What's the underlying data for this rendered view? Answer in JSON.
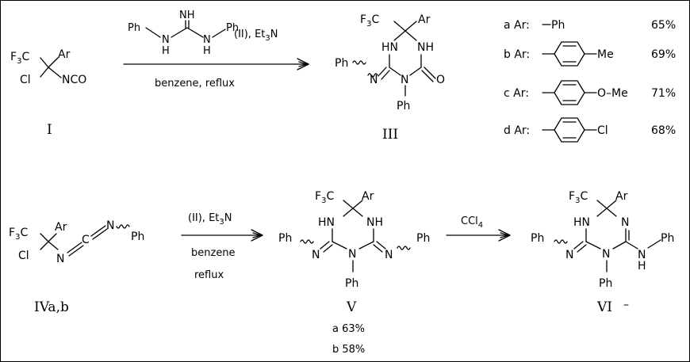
{
  "compounds": {
    "I": {
      "label": "I",
      "cf3": "F",
      "cf3_sub": "3",
      "cf3_tail": "C",
      "ar": "Ar",
      "cl": "Cl",
      "nco": "NCO"
    },
    "III": {
      "label": "III",
      "cf3": "F",
      "cf3_sub": "3",
      "cf3_tail": "C",
      "ar": "Ar",
      "hn": "HN",
      "nh": "NH",
      "o": "O",
      "n_exo": "N",
      "n_ring": "N",
      "ph_left": "Ph",
      "ph_bottom": "Ph"
    },
    "IV": {
      "label": "IVa,b",
      "cf3": "F",
      "cf3_sub": "3",
      "cf3_tail": "C",
      "ar": "Ar",
      "cl": "Cl",
      "n1": "N",
      "c": "C",
      "n2": "N",
      "ph": "Ph"
    },
    "V": {
      "label": "V",
      "cf3": "F",
      "cf3_sub": "3",
      "cf3_tail": "C",
      "ar": "Ar",
      "hn": "HN",
      "nh": "NH",
      "n_left": "N",
      "n_ring": "N",
      "n_right": "N",
      "ph_left": "Ph",
      "ph_bottom": "Ph",
      "ph_right": "Ph",
      "yields": [
        "a 63%",
        "b 58%"
      ]
    },
    "VI": {
      "label": "VI",
      "dash": "–",
      "cf3": "F",
      "cf3_sub": "3",
      "cf3_tail": "C",
      "ar": "Ar",
      "hn": "HN",
      "n_top": "N",
      "n_left": "N",
      "n_ring": "N",
      "nh_n": "N",
      "nh_h": "H",
      "ph_left": "Ph",
      "ph_bottom": "Ph",
      "ph_right": "Ph"
    }
  },
  "reagents": {
    "guanidine": {
      "nh_top": "NH",
      "ph_left": "Ph",
      "ph_right": "Ph",
      "n_left": "N",
      "h_left": "H",
      "n_right": "N",
      "h_right": "H"
    },
    "arrow1": {
      "above": "(II), Et",
      "above_sub": "3",
      "above_tail": "N",
      "below": "benzene, reflux"
    },
    "arrow2": {
      "above": "(II), Et",
      "above_sub": "3",
      "above_tail": "N",
      "below1": "benzene",
      "below2": "reflux"
    },
    "arrow3": {
      "above": "CCl",
      "above_sub": "4"
    }
  },
  "ar_table": [
    {
      "letter": "a Ar:",
      "substituent": "Ph",
      "yield": "65%"
    },
    {
      "letter": "b Ar:",
      "substituent": "Me",
      "yield": "69%"
    },
    {
      "letter": "c Ar:",
      "substituent": "O–Me",
      "yield": "71%"
    },
    {
      "letter": "d Ar:",
      "substituent": "Cl",
      "yield": "68%"
    }
  ]
}
